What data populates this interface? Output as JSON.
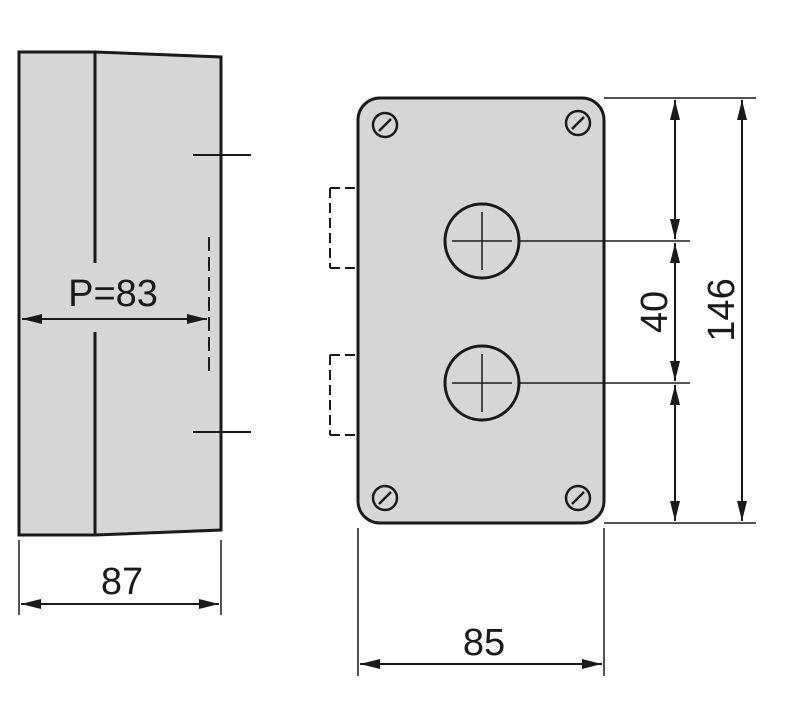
{
  "colors": {
    "body_fill": "#d4d6d8",
    "line": "#1a1a1a"
  },
  "dimensions": {
    "depth_label": "P=83",
    "side_width": "87",
    "front_width": "85",
    "button_spacing": "40",
    "height": "146"
  }
}
